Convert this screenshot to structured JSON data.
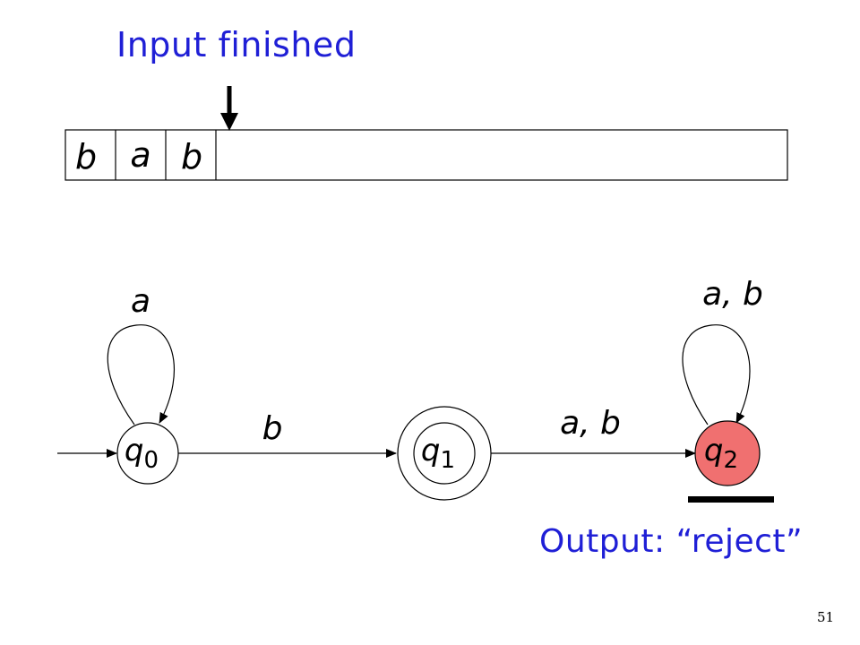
{
  "title": "Input finished",
  "tape": {
    "symbols": [
      "b",
      "a",
      "b"
    ],
    "head_after_index": 2
  },
  "automaton": {
    "states": [
      {
        "id": "q0",
        "name": "q",
        "sub": "0",
        "initial": true,
        "accepting": false,
        "current": false
      },
      {
        "id": "q1",
        "name": "q",
        "sub": "1",
        "initial": false,
        "accepting": true,
        "current": false
      },
      {
        "id": "q2",
        "name": "q",
        "sub": "2",
        "initial": false,
        "accepting": false,
        "current": true
      }
    ],
    "transitions": [
      {
        "from": "q0",
        "to": "q0",
        "label": "a"
      },
      {
        "from": "q0",
        "to": "q1",
        "label": "b"
      },
      {
        "from": "q1",
        "to": "q2",
        "label": "a, b"
      },
      {
        "from": "q2",
        "to": "q2",
        "label": "a, b"
      }
    ]
  },
  "output": "Output: “reject”",
  "page_number": "51",
  "colors": {
    "heading": "#1f1fd6",
    "current_state_fill": "#f07070",
    "ink": "#000000"
  }
}
